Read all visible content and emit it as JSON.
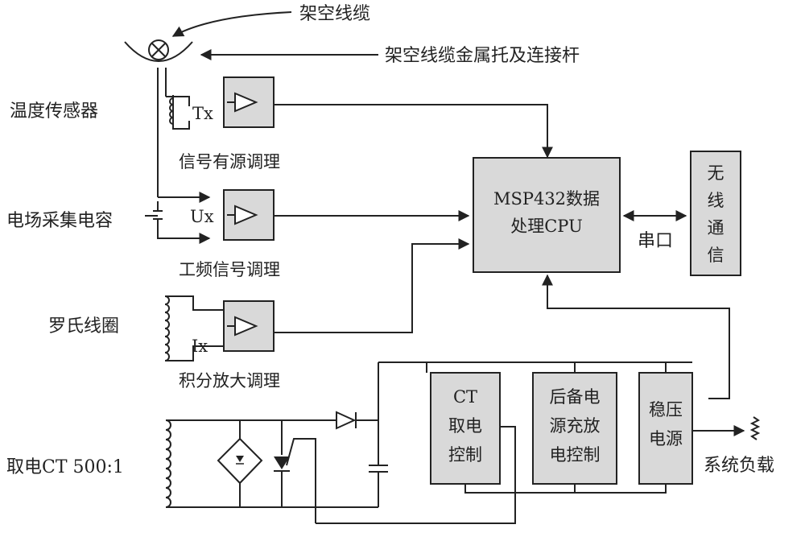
{
  "labels": {
    "overhead_cable": "架空线缆",
    "cable_support": "架空线缆金属托及连接杆",
    "temp_sensor": "温度传感器",
    "field_cap": "电场采集电容",
    "rogowski": "罗氏线圈",
    "power_ct": "取电CT 500:1",
    "system_load": "系统负载",
    "serial": "串口"
  },
  "signals": {
    "tx": "Tx",
    "ux": "Ux",
    "ix": "Ix"
  },
  "conditioners": {
    "temp": "信号有源调理",
    "freq": "工频信号调理",
    "integ": "积分放大调理"
  },
  "cpu": {
    "line1": "MSP432数据",
    "line2": "处理CPU"
  },
  "wireless": [
    "无",
    "线",
    "通",
    "信"
  ],
  "power_blocks": {
    "ct_ctrl": [
      "CT",
      "取电",
      "控制"
    ],
    "backup": [
      "后备电",
      "源充放",
      "电控制"
    ],
    "regulator": [
      "稳压",
      "电源"
    ]
  }
}
